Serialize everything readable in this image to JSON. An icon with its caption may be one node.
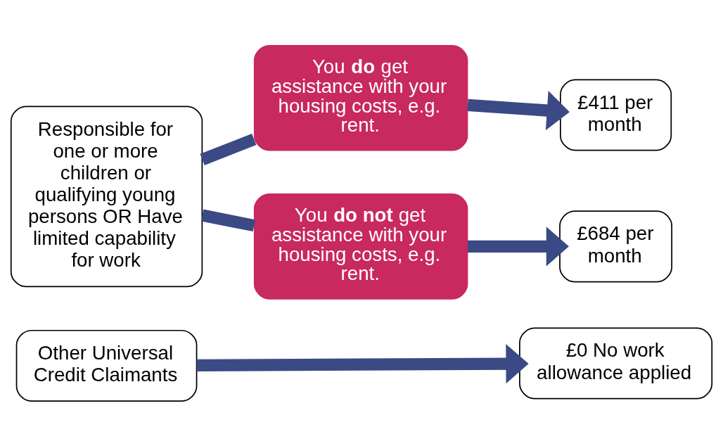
{
  "diagram": {
    "nodes": [
      {
        "text": [
          "Responsible for one or more children or qualifying young persons OR Have limited capability for work"
        ]
      },
      {
        "text": [
          "You **do** get assistance with your housing costs, e.g. rent."
        ]
      },
      {
        "text": [
          "£411 per month"
        ]
      },
      {
        "text": [
          "You **do not** get assistance with your housing costs, e.g. rent."
        ]
      },
      {
        "text": [
          "£684 per month"
        ]
      },
      {
        "text": [
          "Other Universal Credit Claimants"
        ]
      },
      {
        "text": [
          "£0 No work allowance applied"
        ]
      }
    ],
    "edges": [
      {
        "from": 0,
        "to": 1,
        "arrow": "none"
      },
      {
        "from": 1,
        "to": 2,
        "arrow": "to"
      },
      {
        "from": 0,
        "to": 3,
        "arrow": "none"
      },
      {
        "from": 3,
        "to": 4,
        "arrow": "to"
      },
      {
        "from": 5,
        "to": 6,
        "arrow": "to"
      }
    ]
  }
}
